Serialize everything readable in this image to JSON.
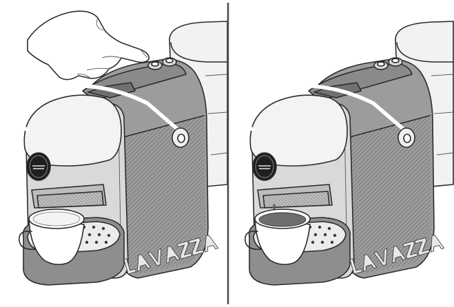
{
  "figure": {
    "panels": [
      {
        "step": "press-button",
        "shows_hand": true,
        "cup_filled": false
      },
      {
        "step": "coffee-dispensing",
        "shows_hand": false,
        "cup_filled": true
      }
    ],
    "brand_logo_text": "LAVAZZA",
    "colors": {
      "machine_body": "#9c9c9c",
      "front_panel": "#d9d9d9",
      "head_cover": "#f3f3f3",
      "tray": "#8e8e8e",
      "tank": "#f2f2f2",
      "coffee": "#6e6e6e",
      "divider": "#4a4a4a"
    }
  }
}
